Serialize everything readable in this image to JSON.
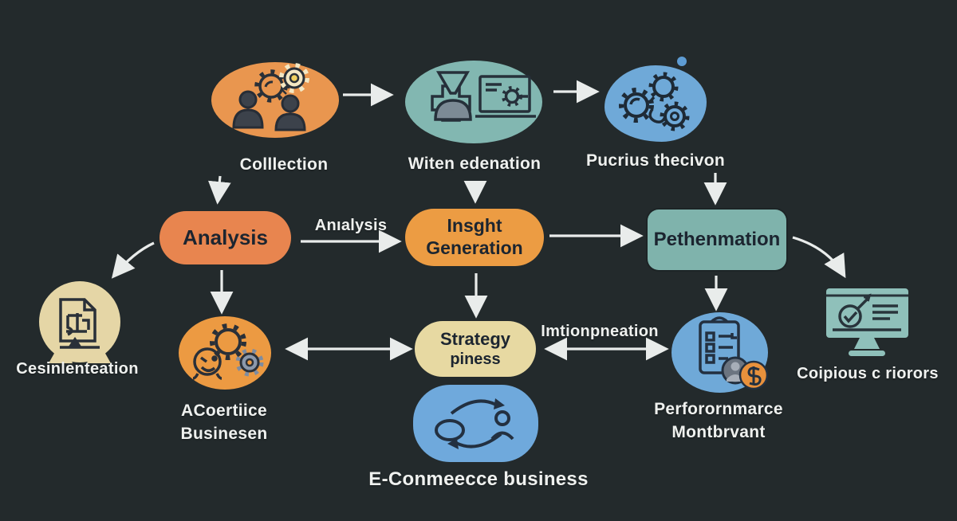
{
  "canvas": {
    "background_color": "#232a2c",
    "arrow_color": "#e9eceb",
    "label_text_color": "#eff1ef",
    "node_text_color": "#1c2530"
  },
  "nodes": {
    "collection": {
      "label": "Colllection",
      "color": "#e9964f",
      "icon": "people-gears-icon"
    },
    "witen": {
      "label": "Witen edenation",
      "color": "#82b7b1",
      "icon": "person-laptop-icon"
    },
    "pucrius": {
      "label": "Pucrius thecivon",
      "color": "#6fa9d8",
      "icon": "gears-icon"
    },
    "analysis": {
      "label": "Analysis",
      "color": "#e8854f"
    },
    "insight": {
      "label": "Insght Generation",
      "color": "#ec9c43"
    },
    "pethenmation": {
      "label": "Pethenmation",
      "color": "#7fb3ac"
    },
    "cesinlenteation": {
      "label": "Cesinlenteation",
      "color": "#e5d6a6",
      "icon": "document-monitor-icon"
    },
    "acoertiice": {
      "label_line1": "ACoertiice",
      "label_line2": "Businesen",
      "color": "#ec9a42",
      "icon": "smiley-gears-icon"
    },
    "strategy": {
      "label_line1": "Strategy",
      "label_line2": "piness",
      "color": "#e7d9a2"
    },
    "performance": {
      "label_line1": "Perforornmarce",
      "label_line2": "Montbrvant",
      "color": "#6fa9d8",
      "icon": "clipboard-dollar-icon"
    },
    "coipious": {
      "label": "Coipious c riorors",
      "color": "#8fc0ba",
      "icon": "monitor-target-icon"
    },
    "ecommerce": {
      "label": "E-Conmeecce business",
      "color": "#6fa9dc",
      "icon": "exchange-cycle-icon"
    }
  },
  "edges": {
    "analysis_label": "Anıalysis",
    "implementation_label": "Imtionpneation"
  }
}
